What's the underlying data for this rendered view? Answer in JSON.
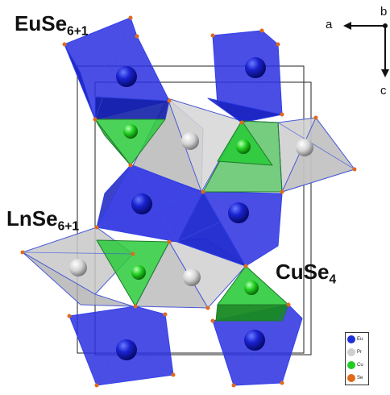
{
  "labels": {
    "euse": {
      "base": "EuSe",
      "sub": "6+1"
    },
    "lnse": {
      "base": "LnSe",
      "sub": "6+1"
    },
    "cuse": {
      "base": "CuSe",
      "sub": "4"
    }
  },
  "axes": {
    "a": "a",
    "b": "b",
    "c": "c"
  },
  "legend": [
    {
      "label": "Eu",
      "color": "#1f2fd8"
    },
    {
      "label": "Pr",
      "color": "#cfcfcf"
    },
    {
      "label": "Cu",
      "color": "#22cc22"
    },
    {
      "label": "Se",
      "color": "#e06a1a"
    }
  ],
  "colors": {
    "eu_polyhedron": "#2b2fe0",
    "ln_polyhedron": "#b9b9b9",
    "cu_polyhedron": "#2ccb3c",
    "se_atom": "#e06a1a",
    "unit_cell": "#222222"
  }
}
